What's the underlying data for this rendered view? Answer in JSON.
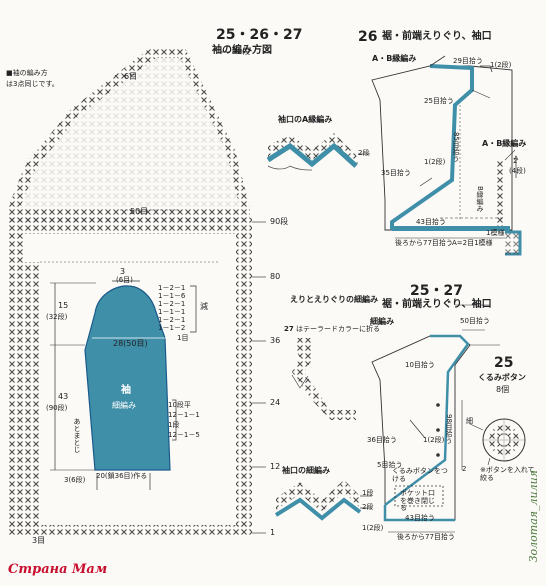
{
  "colors": {
    "blue": "#3f8fa9",
    "blue_dark": "#1a5a8a",
    "ink": "#222222",
    "cross": "#4a4a4a",
    "watermark": "#c8102e",
    "watermark2": "#4a7a3a"
  },
  "top": {
    "note_line1": "■袖の編み方",
    "note_line2": "は3点同じです。",
    "sleeve_title_numbers": "25・26・27",
    "sleeve_title": "袖の編み方図"
  },
  "sleeve_chart": {
    "rows_32": "32段",
    "stitches_6": "6目",
    "stitches_50": "50目",
    "rows_90": "90段",
    "rows_80": "80",
    "rows_36": "36",
    "rows_24": "24",
    "rows_12": "12",
    "rows_1": "1",
    "stitches_3_bottom": "3目",
    "width_3": "3",
    "width_3_sub": "(6目)",
    "dec_seq": "1－2－1\n1－1－6\n1－2－1\n1－1－1\n1－2－1\n1－1－2",
    "dec_label": "減",
    "stitch_1": "1目",
    "left_15": "15",
    "left_15_rows": "(32段)",
    "left_43": "43",
    "left_43_rows": "(90段)",
    "width_28": "28(50目)",
    "sleeve_label": "袖",
    "sleeve_sublabel": "細編み",
    "inc_label": "10段平",
    "inc_seq1": "12－1－1",
    "inc_seq2": "1段",
    "inc_seq3": "12－1－5",
    "after_note": "あとまとじ",
    "bottom_cast": "20(鎖36目)作る",
    "bottom_rows": "3(6段)"
  },
  "section26": {
    "number": "26",
    "title": "裾・前端えりぐり、袖口",
    "edge_a_b": "A・B縁編み",
    "label_29": "29目拾う",
    "label_1_2": "1(2段)",
    "label_25": "25目拾う",
    "label_85": "85目拾う",
    "label_1_2b": "1(2段)",
    "label_35": "35目拾う",
    "label_43": "43目拾う",
    "label_77": "後ろから77目拾う",
    "edge_a_title": "A・B縁編み",
    "rows_2": "2",
    "rows_2sub": "(4段)",
    "edge_b": "B縁編み",
    "edge_a_2": "A=2目1模様",
    "pattern_1": "1模様",
    "cuff_label": "袖口のA縁編み",
    "row_2": "2段"
  },
  "section25_27": {
    "number": "25・27",
    "title": "裾・前端えりぐり、袖口",
    "edge_label": "細編み",
    "collar_title": "えりとえりぐりの細編み",
    "collar_note_num": "27",
    "collar_note": "はテーラードカラーに折る",
    "label_50": "50目拾う",
    "label_10": "10目拾う",
    "label_98": "98目拾う",
    "label_36": "36目拾う",
    "label_5": "5目拾う",
    "label_1_2": "1(2段)",
    "label_1_2b": "1(2段)",
    "label_2": "2",
    "label_button": "くるみボタンをつける",
    "label_pocket": "ポケット口を巻き閉じる",
    "label_43": "43目拾う",
    "label_77": "後ろから77目拾う",
    "cuff_title": "袖口の細編み",
    "cuff_row": "1段",
    "cuff_row2": "2段"
  },
  "button": {
    "number": "25",
    "title": "くるみボタン",
    "count": "8個",
    "stitch_label": "細",
    "note": "※ボタンを入れて絞る"
  },
  "watermark": {
    "bottom": "Страна Мам",
    "side": "Золотая_лилия"
  }
}
